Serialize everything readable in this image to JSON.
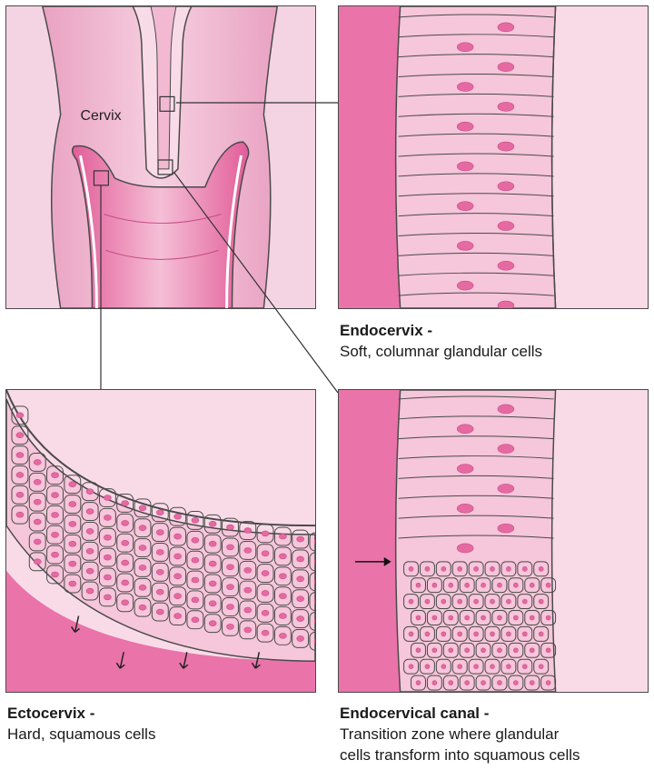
{
  "overview": {
    "cervix_label": "Cervix"
  },
  "endocervix": {
    "title": "Endocervix -",
    "description": "Soft, columnar glandular cells"
  },
  "ectocervix": {
    "title": "Ectocervix -",
    "description": "Hard, squamous cells"
  },
  "endocervical_canal": {
    "title": "Endocervical canal -",
    "description_line1": "Transition zone where glandular",
    "description_line2": "cells transform into squamous cells"
  },
  "colors": {
    "tissue_dark": "#e8639f",
    "tissue_mid": "#f1a6c6",
    "tissue_light": "#f9dbe8",
    "nucleus": "#e66aa2",
    "outline": "#4a4a4a"
  }
}
